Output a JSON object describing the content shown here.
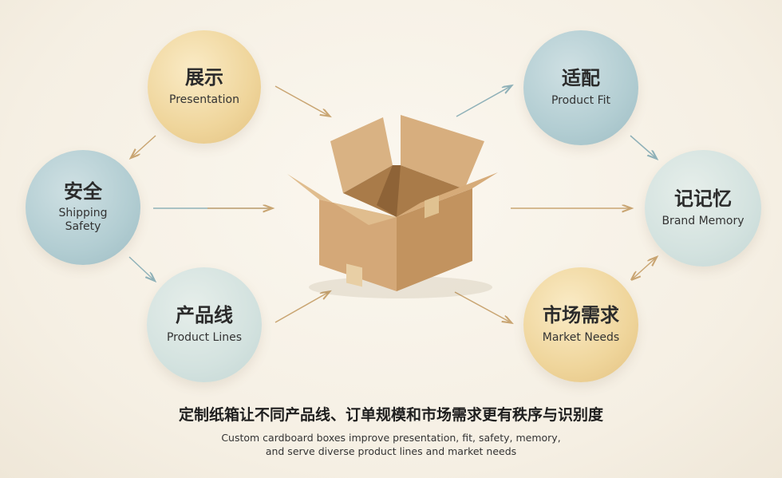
{
  "nodes": {
    "presentation": {
      "zh": "展示",
      "en": "Presentation",
      "color": "#efd59b"
    },
    "safety": {
      "zh": "安全",
      "en": "Shipping\nSafety",
      "color": "#b2cdd2"
    },
    "product_lines": {
      "zh": "产品线",
      "en": "Product Lines",
      "color": "#d3e2df"
    },
    "product_fit": {
      "zh": "适配",
      "en": "Product Fit",
      "color": "#b2cdd2"
    },
    "brand_memory": {
      "zh": "记记忆",
      "en": "Brand Memory",
      "color": "#d3e2df"
    },
    "market_needs": {
      "zh": "市场需求",
      "en": "Market Needs",
      "color": "#efd59b"
    }
  },
  "center": {
    "icon": "cardboard-box-icon"
  },
  "caption": {
    "zh": "定制纸箱让不同产品线、订单规模和市场需求更有秩序与识别度",
    "en": "Custom cardboard boxes improve presentation, fit, safety, memory,\nand serve diverse product lines and market needs"
  },
  "colors": {
    "arrow_gold": "#c9a572",
    "arrow_blue": "#8fb1b8",
    "box": "#d4a878"
  }
}
